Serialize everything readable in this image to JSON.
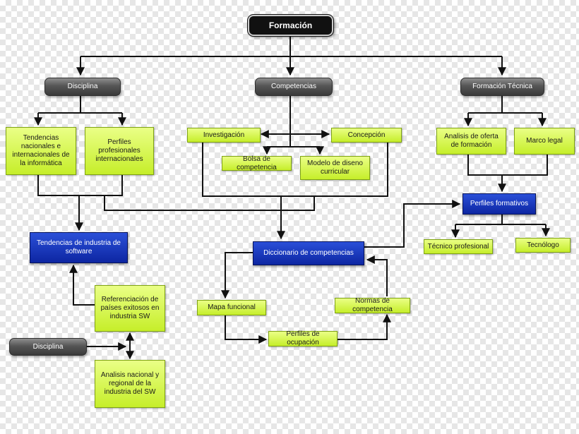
{
  "title": "Formación",
  "level1": {
    "disciplina": "Disciplina",
    "competencias": "Competencias",
    "formacion_tecnica": "Formación Técnica"
  },
  "disciplina_branch": {
    "tendencias_nacionales": "Tendencias nacionales e internacionales de la informática",
    "perfiles_profesionales": "Perfiles profesionales internacionales",
    "tendencias_industria": "Tendencias de industria de software",
    "referenciacion": "Referenciación de países exitosos en industria SW",
    "disciplina_2": "Disciplina",
    "analisis_nacional": "Analisis nacional y regional de la industria del SW"
  },
  "competencias_branch": {
    "investigacion": "Investigación",
    "concepcion": "Concepción",
    "bolsa": "Bolsa de competencia",
    "modelo": "Modelo de diseno curricular",
    "diccionario": "Diccionario de competencias",
    "mapa": "Mapa funcional",
    "normas": "Normas de competencia",
    "perfiles_ocupacion": "Perfiles de ocupación"
  },
  "formacion_branch": {
    "analisis_oferta": "Analisis de oferta de formación",
    "marco_legal": "Marco legal",
    "perfiles_formativos": "Perfiles formativos",
    "tecnico": "Técnico profesional",
    "tecnologo": "Tecnólogo"
  },
  "colors": {
    "green_fill": "#cdf23a",
    "blue_fill": "#1535b8",
    "gray_fill": "#505050",
    "line": "#111111"
  }
}
